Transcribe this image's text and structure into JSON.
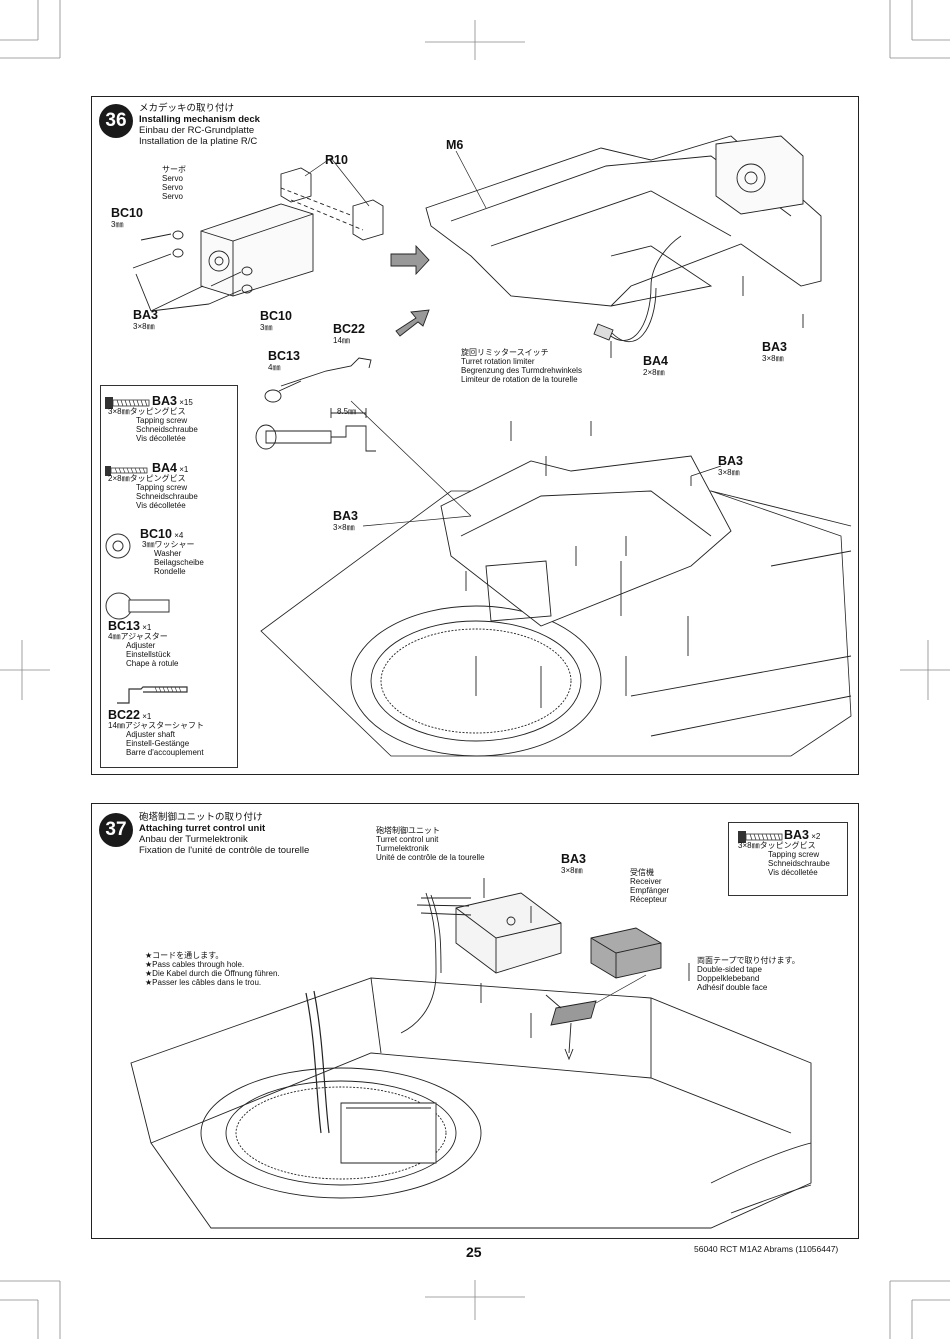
{
  "step36": {
    "number": "36",
    "title": [
      "メカデッキの取り付け",
      "Installing mechanism deck",
      "Einbau der RC-Grundplatte",
      "Installation de la platine R/C"
    ],
    "servo_label": [
      "サーボ",
      "Servo",
      "Servo",
      "Servo"
    ],
    "r10": "R10",
    "m6": "M6",
    "bc10_a": {
      "code": "BC10",
      "size": "3㎜"
    },
    "bc10_b": {
      "code": "BC10",
      "size": "3㎜"
    },
    "ba3_a": {
      "code": "BA3",
      "size": "3×8㎜"
    },
    "ba3_b": {
      "code": "BA3",
      "size": "3×8㎜"
    },
    "ba3_c": {
      "code": "BA3",
      "size": "3×8㎜"
    },
    "ba3_d": {
      "code": "BA3",
      "size": "3×8㎜"
    },
    "bc22": {
      "code": "BC22",
      "size": "14㎜"
    },
    "bc13": {
      "code": "BC13",
      "size": "4㎜"
    },
    "dimension": "8.5㎜",
    "limiter_label": [
      "旋回リミッタースイッチ",
      "Turret rotation limiter",
      "Begrenzung des Turmdrehwinkels",
      "Limiteur de rotation de la tourelle"
    ],
    "ba4": {
      "code": "BA4",
      "size": "2×8㎜"
    },
    "parts": [
      {
        "code": "BA3",
        "qty": "×15",
        "lines": [
          "3×8㎜タッピングビス",
          "Tapping screw",
          "Schneidschraube",
          "Vis décolletée"
        ]
      },
      {
        "code": "BA4",
        "qty": "×1",
        "lines": [
          "2×8㎜タッピングビス",
          "Tapping screw",
          "Schneidschraube",
          "Vis décolletée"
        ]
      },
      {
        "code": "BC10",
        "qty": "×4",
        "lines": [
          "3㎜ワッシャー",
          "Washer",
          "Beilagscheibe",
          "Rondelle"
        ]
      },
      {
        "code": "BC13",
        "qty": "×1",
        "lines": [
          "4㎜アジャスター",
          "Adjuster",
          "Einstellstück",
          "Chape à rotule"
        ]
      },
      {
        "code": "BC22",
        "qty": "×1",
        "lines": [
          "14㎜アジャスターシャフト",
          "Adjuster shaft",
          "Einstell-Gestänge",
          "Barre d'accouplement"
        ]
      }
    ]
  },
  "step37": {
    "number": "37",
    "title": [
      "砲塔制御ユニットの取り付け",
      "Attaching turret control unit",
      "Anbau der Turmelektronik",
      "Fixation de l'unité de contrôle de tourelle"
    ],
    "unit_label": [
      "砲塔制御ユニット",
      "Turret control unit",
      "Turmelektronik",
      "Unité de contrôle de la tourelle"
    ],
    "ba3": {
      "code": "BA3",
      "size": "3×8㎜"
    },
    "receiver_label": [
      "受信機",
      "Receiver",
      "Empfänger",
      "Récepteur"
    ],
    "cable_note": [
      "★コードを通します。",
      "★Pass cables through hole.",
      "★Die Kabel durch die Öffnung führen.",
      "★Passer les câbles dans le trou."
    ],
    "tape_label": [
      "両面テープで取り付けます。",
      "Double-sided tape",
      "Doppelklebeband",
      "Adhésif double face"
    ],
    "parts": [
      {
        "code": "BA3",
        "qty": "×2",
        "lines": [
          "3×8㎜タッピングビス",
          "Tapping screw",
          "Schneidschraube",
          "Vis décolletée"
        ]
      }
    ]
  },
  "footer": {
    "page": "25",
    "code": "56040  RCT M1A2 Abrams (11056447)"
  }
}
